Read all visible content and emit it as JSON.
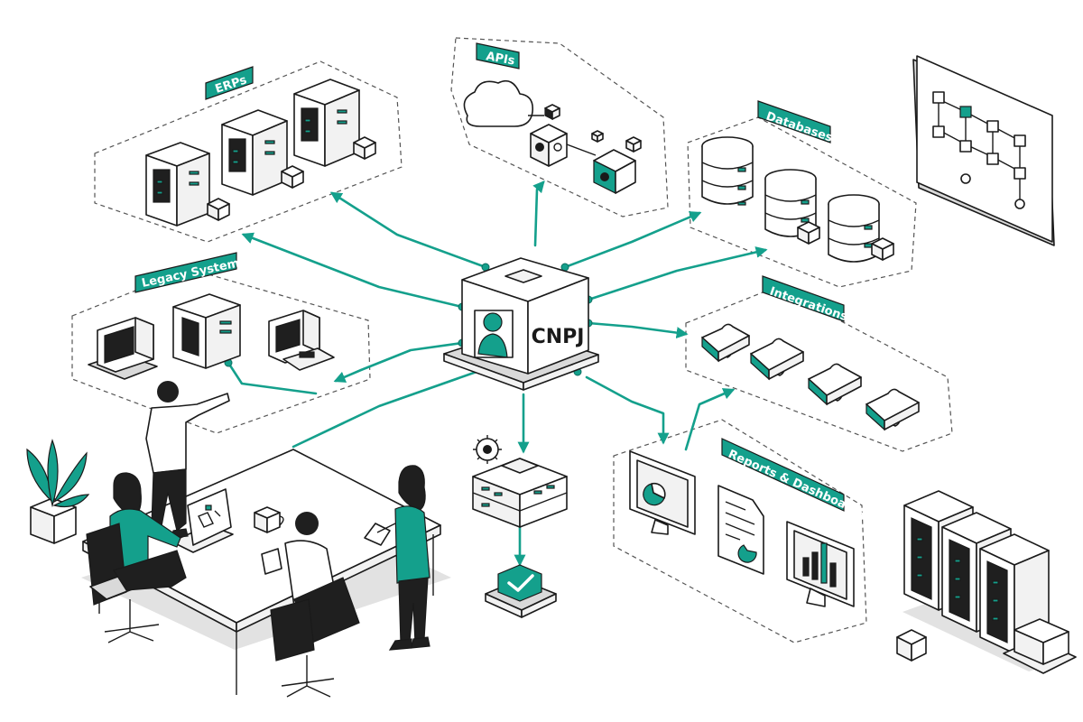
{
  "hub": {
    "label": "CNPJ"
  },
  "categories": {
    "apis": "APIs",
    "erps": "ERPs",
    "databases": "Databases",
    "legacy": "Legacy Systems",
    "integrations": "Integrations",
    "reports": "Reports & Dashboards"
  },
  "colors": {
    "accent": "#14a08c",
    "ink": "#1a1a1a",
    "background": "#ffffff"
  },
  "icons": [
    "cloud-icon",
    "gear-icon",
    "server-rack-icon",
    "database-icon",
    "puzzle-piece-icon",
    "computer-icon",
    "monitor-icon",
    "document-icon",
    "person-icon",
    "checkmark-icon",
    "flowchart-icon",
    "plant-icon"
  ]
}
